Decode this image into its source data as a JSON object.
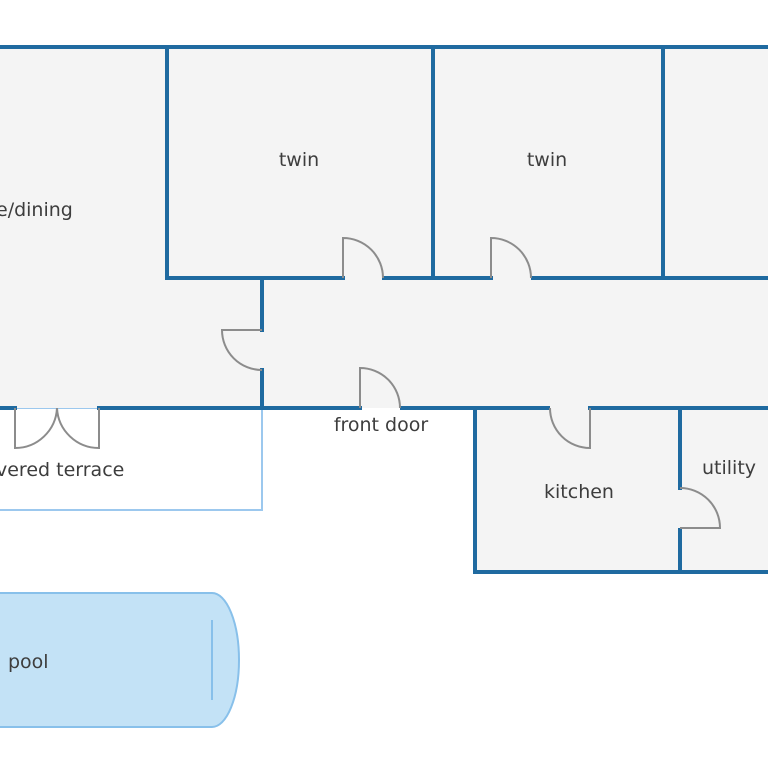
{
  "colors": {
    "wall": "#1f6aa0",
    "floor": "#f4f4f4",
    "terrace_outline": "#9cc8ee",
    "pool_fill": "#c3e2f6",
    "pool_outline": "#88c0ea",
    "door": "#8c8c8c",
    "label": "#3d3d3d"
  },
  "labels": {
    "living_dining": "e/dining",
    "twin_1": "twin",
    "twin_2": "twin",
    "front_door": "front door",
    "covered_terrace": "vered terrace",
    "kitchen": "kitchen",
    "utility": "utility",
    "pool": "pool"
  }
}
